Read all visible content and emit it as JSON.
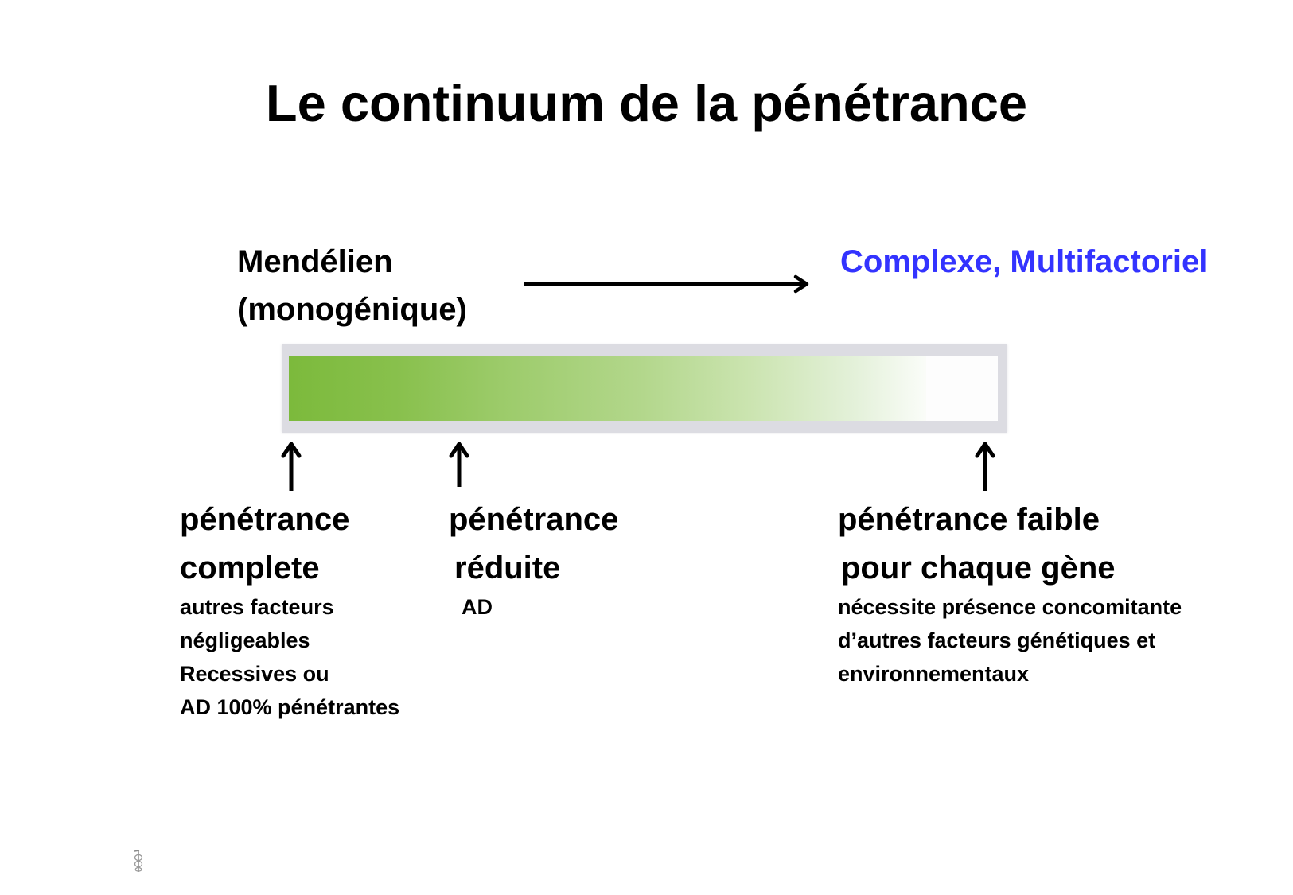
{
  "title": "Le continuum de la pénétrance",
  "header": {
    "left_line1": "Mendélien",
    "left_line2": "(monogénique)",
    "right_label": "Complexe, Multifactoriel",
    "right_color": "#3333ff",
    "arrow": "right-arrow"
  },
  "gradient_bar": {
    "start_color": "#7cba3c",
    "end_color": "#ffffff",
    "frame_color": "#dcdce2"
  },
  "markers": [
    {
      "icon": "up-arrow",
      "heading_line1": "pénétrance",
      "heading_line2": "complete",
      "details": [
        "autres facteurs",
        "négligeables",
        "Recessives ou",
        "AD 100% pénétrantes"
      ]
    },
    {
      "icon": "up-arrow",
      "heading_line1": "pénétrance",
      "heading_line2": "réduite",
      "details": [
        "AD"
      ]
    },
    {
      "icon": "up-arrow",
      "heading_line1": "pénétrance faible",
      "heading_line2": "pour chaque gène",
      "details": [
        "nécessite présence concomitante",
        "d’autres facteurs génétiques et",
        "environnementaux"
      ]
    }
  ],
  "footer": {
    "logo_icon": "caduceus-icon"
  }
}
